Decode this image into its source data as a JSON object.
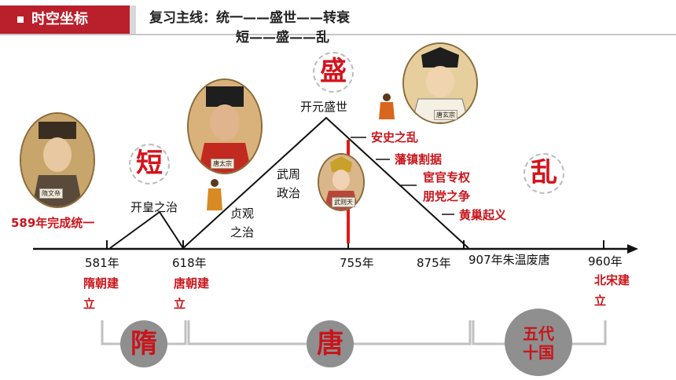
{
  "header": {
    "title": "时空坐标",
    "review_line1": "复习主线：统一——盛世——转衰",
    "review_line2": "短——盛——乱"
  },
  "big_chars": {
    "short": "短",
    "flourish": "盛",
    "chaos": "乱"
  },
  "timeline": {
    "years": [
      "581年",
      "618年",
      "755年",
      "875年",
      "907年朱温废唐",
      "960年"
    ],
    "below": {
      "sui_found": "隋朝建立",
      "tang_found": "唐朝建立",
      "song_found": "北宋建立"
    }
  },
  "events": {
    "unify_589": "589年完成统一",
    "kaihuang": "开皇之治",
    "zhenguan_1": "贞观",
    "zhenguan_2": "之治",
    "wuzhou_1": "武周",
    "wuzhou_2": "政治",
    "kaiyuan": "开元盛世",
    "anshi": "安史之乱",
    "fanzhen": "藩镇割据",
    "huanguan": "宦官专权",
    "pengdang": "朋党之争",
    "huangchao": "黄巢起义"
  },
  "portraits": {
    "sui_wendi": "隋文帝",
    "tang_taizong": "唐太宗",
    "wu_zetian": "武则天",
    "tang_xuanzong": "唐玄宗"
  },
  "dynasties": {
    "sui": "隋",
    "tang": "唐",
    "wudai_1": "五代",
    "wudai_2": "十国"
  },
  "colors": {
    "accent": "#b9202b",
    "red_text": "#c8151b",
    "gray_circle": "#8f8f8f"
  }
}
